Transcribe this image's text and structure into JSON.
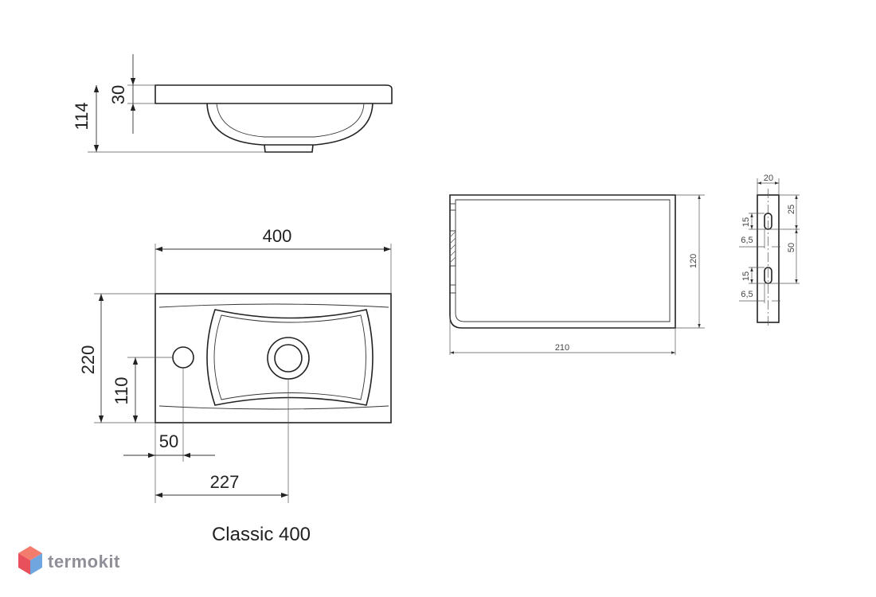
{
  "drawing": {
    "caption": "Classic 400",
    "brand": {
      "name": "termokit",
      "colors": {
        "top": "#f47c6d",
        "left": "#e8505b",
        "right": "#6fa6e0",
        "bottom": "#a8c6f0"
      }
    },
    "side_view": {
      "total_height": "114",
      "rim_height": "30"
    },
    "top_view": {
      "width": "400",
      "depth": "220",
      "tap_hole_offset_y": "110",
      "tap_hole_offset_x": "50",
      "drain_offset_x": "227"
    },
    "front_view": {
      "width": "210",
      "height": "120"
    },
    "bracket": {
      "width": "20",
      "top_offset": "25",
      "slot_spacing": "50",
      "slot_height_1": "15",
      "slot_height_2": "15",
      "slot_offset_1": "6,5",
      "slot_offset_2": "6,5"
    }
  }
}
